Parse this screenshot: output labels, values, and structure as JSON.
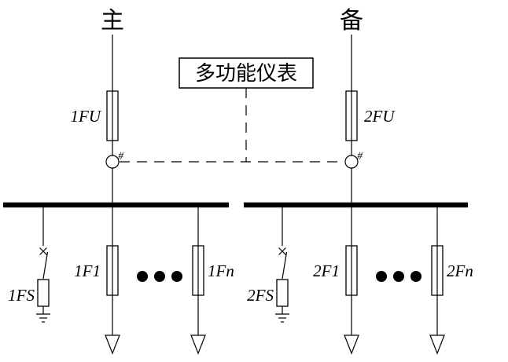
{
  "diagram": {
    "sources": {
      "main": "主",
      "standby": "备"
    },
    "meter_box": {
      "label": "多功能仪表"
    },
    "meter_tap_mark": "#",
    "left_bus": {
      "incoming_fuse": "1FU",
      "switch_fuse": "1FS",
      "feeder_first": "1F1",
      "feeder_last": "1Fn"
    },
    "right_bus": {
      "incoming_fuse": "2FU",
      "switch_fuse": "2FS",
      "feeder_first": "2F1",
      "feeder_last": "2Fn"
    },
    "colors": {
      "line": "#000000",
      "background": "#ffffff"
    }
  }
}
